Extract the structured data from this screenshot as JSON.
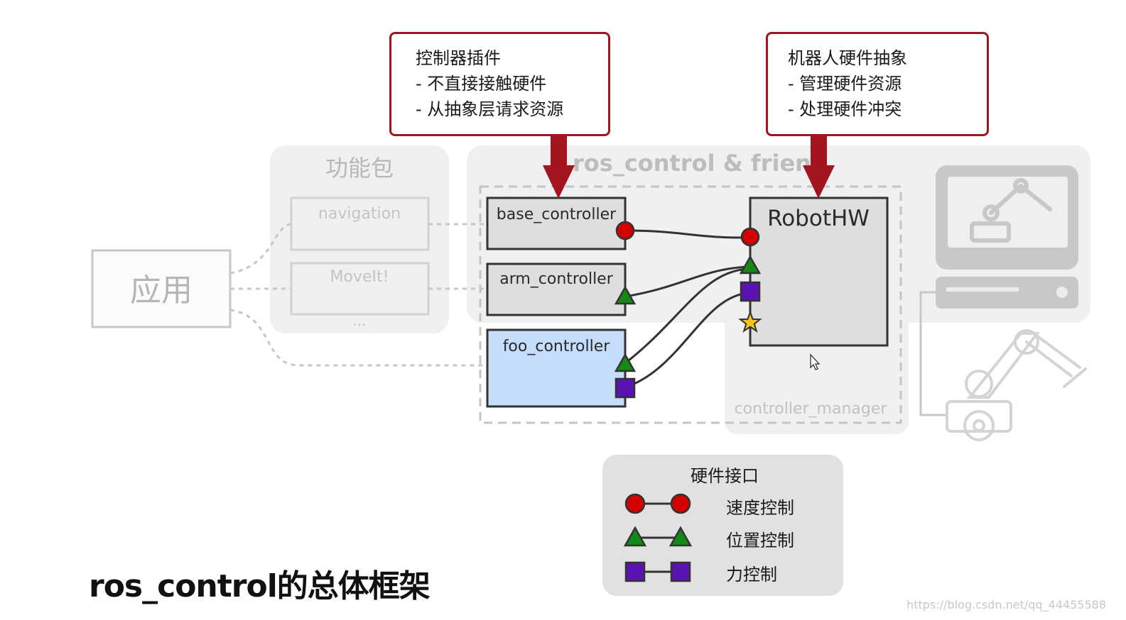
{
  "callouts": {
    "controller_plugin": {
      "title": "控制器插件",
      "lines": [
        "- 不直接接触硬件",
        "- 从抽象层请求资源"
      ]
    },
    "robot_hw_abstraction": {
      "title": "机器人硬件抽象",
      "lines": [
        "- 管理硬件资源",
        "- 处理硬件冲突"
      ]
    }
  },
  "app_box": {
    "label": "应用"
  },
  "packages_panel": {
    "title": "功能包",
    "items": [
      "navigation",
      "MoveIt!"
    ],
    "more": "..."
  },
  "ros_control_panel": {
    "title": "ros_control & frien"
  },
  "controllers": [
    "base_controller",
    "arm_controller",
    "foo_controller"
  ],
  "robot_hw": {
    "label": "RobotHW"
  },
  "controller_manager": {
    "label": "controller_manager"
  },
  "legend": {
    "title": "硬件接口",
    "items": [
      {
        "label": "速度控制",
        "shape": "circle",
        "color": "#d40000"
      },
      {
        "label": "位置控制",
        "shape": "triangle",
        "color": "#138a13"
      },
      {
        "label": "力控制",
        "shape": "square",
        "color": "#5a13b0"
      }
    ]
  },
  "colors": {
    "accent_red": "#a3141f",
    "velocity": "#d40000",
    "position": "#138a13",
    "effort": "#5a13b0",
    "star": "#f2c318",
    "foo_fill": "#c6dcfb",
    "panel_gray": "#f0eff1"
  },
  "page_title": "ros_control的总体框架",
  "watermark": "https://blog.csdn.net/qq_44455588"
}
